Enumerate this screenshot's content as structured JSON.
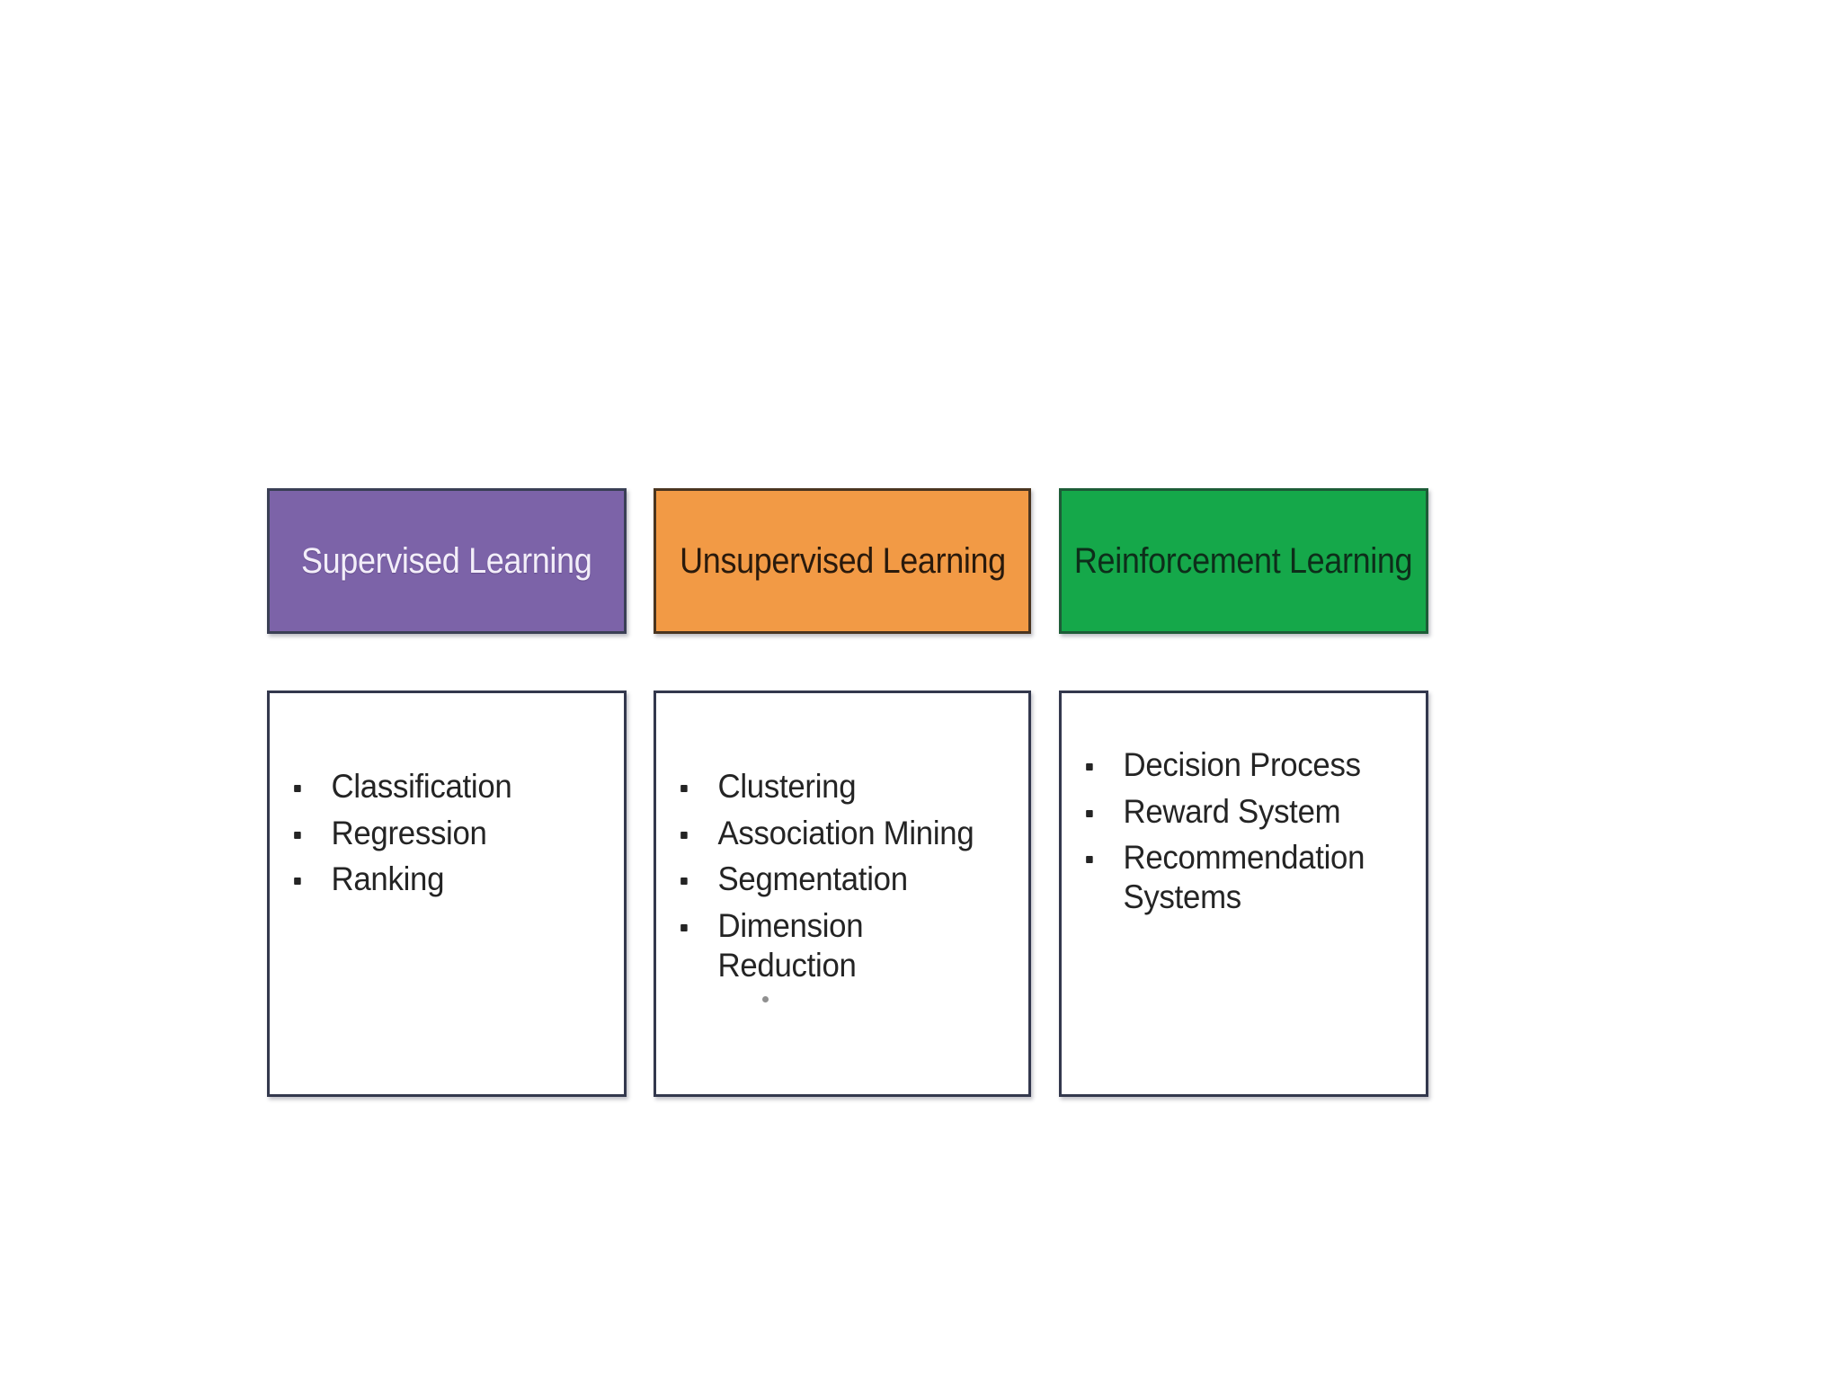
{
  "diagram": {
    "type": "three-column-category-diagram",
    "background_color": "#ffffff",
    "columns": [
      {
        "header": {
          "label": "Supervised Learning",
          "fill_color": "#7c63a8",
          "text_color": "#f3eef9",
          "border_color": "#3a3f55"
        },
        "items": [
          "Classification",
          "Regression",
          "Ranking"
        ]
      },
      {
        "header": {
          "label": "Unsupervised Learning",
          "fill_color": "#f29a45",
          "text_color": "#2a1a0c",
          "border_color": "#4a3520"
        },
        "items": [
          "Clustering",
          "Association Mining",
          "Segmentation",
          "Dimension Reduction"
        ]
      },
      {
        "header": {
          "label": "Reinforcement Learning",
          "fill_color": "#15a84a",
          "text_color": "#0d2e1a",
          "border_color": "#1d5c37"
        },
        "items": [
          "Decision Process",
          "Reward System",
          "Recommendation Systems"
        ]
      }
    ],
    "content_box": {
      "fill_color": "#ffffff",
      "border_color": "#33384d"
    }
  }
}
